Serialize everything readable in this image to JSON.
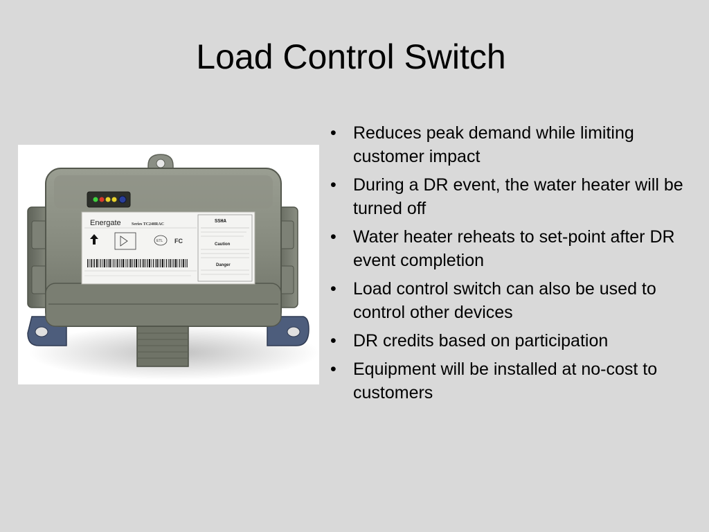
{
  "slide": {
    "title": "Load Control Switch",
    "bullet_char": "•",
    "bullets": [
      "Reduces peak demand while limiting customer impact",
      "During a DR event, the water heater will be turned off",
      "Water heater reheats to set-point after DR event completion",
      "Load control switch can also be used to control other devices",
      "DR credits based on participation",
      "Equipment will be installed at no-cost to customers"
    ]
  },
  "photo": {
    "label_brand": "Energate",
    "label_series": "Series TC240RAC",
    "label_caution": "Caution",
    "label_danger": "Danger",
    "label_etl": "ETL",
    "label_fc": "FC",
    "label_code": "SSHA",
    "colors": {
      "housing": "#8b8f83",
      "housing_dark": "#6e7266",
      "mount": "#4a5a7a",
      "led_green": "#3fd13f",
      "led_yellow": "#e8d22a",
      "led_red": "#d83a2a",
      "led_blue": "#2a3f9a"
    }
  }
}
